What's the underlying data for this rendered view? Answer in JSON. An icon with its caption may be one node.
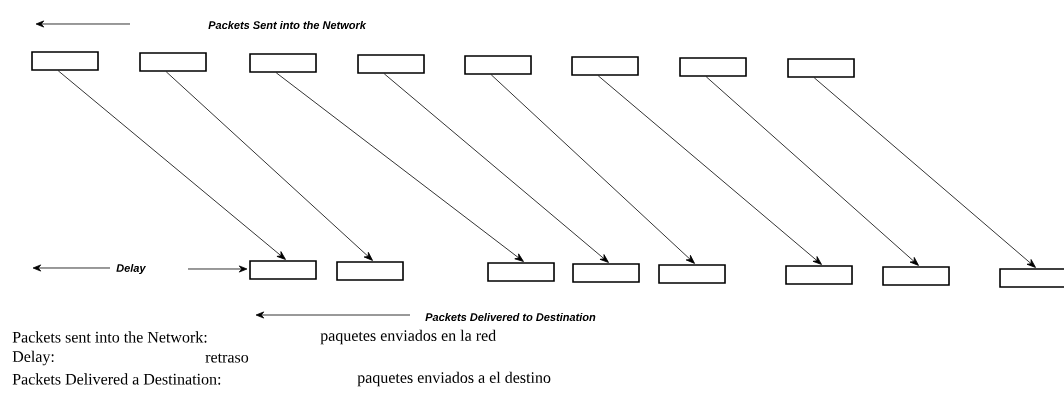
{
  "diagram": {
    "nodes": [
      {
        "text": [],
        "shape": "box"
      },
      {
        "text": [],
        "shape": "box"
      },
      {
        "text": [],
        "shape": "box"
      },
      {
        "text": [],
        "shape": "box"
      },
      {
        "text": [],
        "shape": "box"
      },
      {
        "text": [],
        "shape": "box"
      },
      {
        "text": [],
        "shape": "box"
      },
      {
        "text": [],
        "shape": "box"
      },
      {
        "text": [],
        "shape": "box"
      },
      {
        "text": [],
        "shape": "box"
      },
      {
        "text": [],
        "shape": "box"
      },
      {
        "text": [],
        "shape": "box"
      },
      {
        "text": [],
        "shape": "box"
      },
      {
        "text": [],
        "shape": "box"
      },
      {
        "text": [],
        "shape": "box"
      },
      {
        "text": [],
        "shape": "box"
      }
    ],
    "edges": [
      {
        "from": 0,
        "to": 8,
        "arrow": "to"
      },
      {
        "from": 1,
        "to": 9,
        "arrow": "to"
      },
      {
        "from": 2,
        "to": 10,
        "arrow": "to"
      },
      {
        "from": 3,
        "to": 11,
        "arrow": "to"
      },
      {
        "from": 4,
        "to": 12,
        "arrow": "to"
      },
      {
        "from": 5,
        "to": 13,
        "arrow": "to"
      },
      {
        "from": 6,
        "to": 14,
        "arrow": "to"
      },
      {
        "from": 7,
        "to": 15,
        "arrow": "to"
      }
    ],
    "labels": [
      "Packets Sent into the Network",
      "Delay",
      "Packets Delivered to Destination",
      "Packets sent into the Network:",
      "paquetes enviados en la red",
      "Delay:",
      "retraso",
      "Packets Delivered a Destination:",
      "paquetes enviados a el destino"
    ]
  }
}
